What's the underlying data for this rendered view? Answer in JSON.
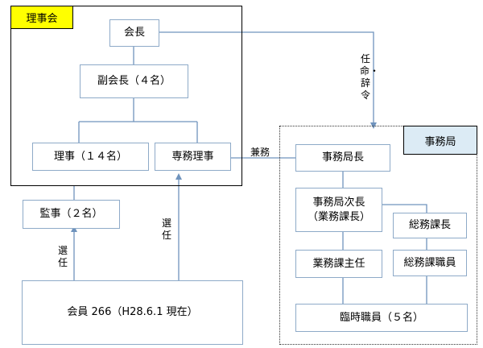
{
  "board": {
    "title": "理事会",
    "chair": "会長",
    "vice_chair": "副会長（４名）",
    "director": "理事（１４名）",
    "executive_director": "専務理事"
  },
  "auditor": "監事（２名）",
  "members": "会員 266（H28.6.1 現在）",
  "secretariat": {
    "title": "事務局",
    "director": "事務局長",
    "deputy_line1": "事務局次長",
    "deputy_line2": "（業務課長）",
    "general_chief": "総務課長",
    "business_lead": "業務課主任",
    "general_staff": "総務課職員",
    "temp_staff": "臨時職員（５名）"
  },
  "labels": {
    "appoint": "任命・辞令",
    "concurrent": "兼務",
    "elect_left": "選任",
    "elect_right": "選任"
  },
  "colors": {
    "line": "#6f93bd",
    "node_border": "#8eaac8",
    "board_tag_bg": "#ffff00",
    "secretariat_tag_bg": "#dcebf5"
  }
}
